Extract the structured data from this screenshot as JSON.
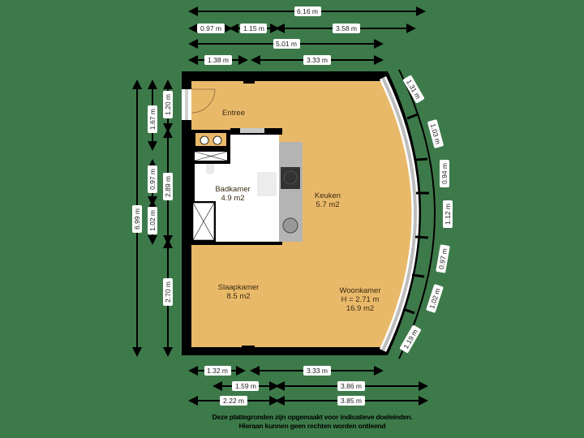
{
  "floorplan": {
    "background_color": "#3d7a4a",
    "floor_color": "#e9b96a",
    "wall_color": "#000000",
    "wet_room_color": "#ffffff",
    "counter_color": "#b4b4b4",
    "rooms": [
      {
        "name": "Entree",
        "area": ""
      },
      {
        "name": "Badkamer",
        "area": "4.9 m2"
      },
      {
        "name": "Keuken",
        "area": "5.7 m2"
      },
      {
        "name": "Slaapkamer",
        "area": "8.5 m2"
      },
      {
        "name": "Woonkamer",
        "height": "H = 2.71 m",
        "area": "16.9 m2"
      }
    ],
    "dimensions": {
      "top": {
        "row1": [
          "6.16 m"
        ],
        "row2": [
          "0.97 m",
          "1.15 m",
          "3.58 m"
        ],
        "row3": [
          "5.01 m"
        ],
        "row4": [
          "1.38 m",
          "3.33 m"
        ]
      },
      "left": {
        "outer": [
          "6.99 m"
        ],
        "middle": [
          "1.67 m",
          "0.97 m",
          "1.02 m"
        ],
        "inner": [
          "1.20 m",
          "2.89 m",
          "2.70 m"
        ]
      },
      "curved_right": [
        "1.31 m",
        "1.03 m",
        "0.94 m",
        "1.12 m",
        "0.97 m",
        "1.02 m",
        "1.19 m"
      ],
      "bottom": {
        "row1": [
          "1.32 m",
          "3.33 m"
        ],
        "row2": [
          "1.59 m",
          "3.86 m"
        ],
        "row3": [
          "2.22 m",
          "3.85 m"
        ]
      }
    },
    "disclaimer": {
      "line1": "Deze plattegronden zijn opgemaakt voor indicatieve doeleinden.",
      "line2": "Hieraan kunnen geen rechten worden ontleend"
    }
  }
}
